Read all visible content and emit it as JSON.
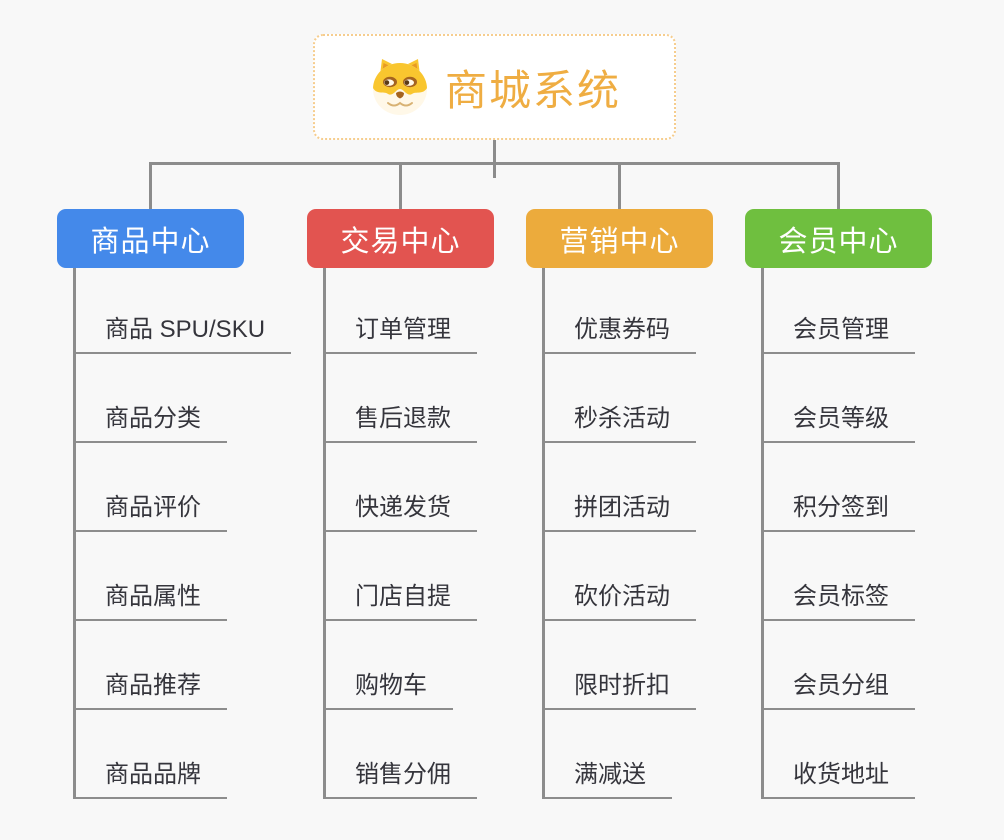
{
  "root": {
    "title": "商城系统",
    "icon": "shiba-dog-icon",
    "title_color": "#efad42",
    "border_color": "#f6cd8e"
  },
  "connector_color": "#8c8c8c",
  "branches": [
    {
      "id": "product-center",
      "label": "商品中心",
      "color": "#4489ea",
      "children": [
        "商品 SPU/SKU",
        "商品分类",
        "商品评价",
        "商品属性",
        "商品推荐",
        "商品品牌"
      ]
    },
    {
      "id": "trade-center",
      "label": "交易中心",
      "color": "#e25450",
      "children": [
        "订单管理",
        "售后退款",
        "快递发货",
        "门店自提",
        "购物车",
        "销售分佣"
      ]
    },
    {
      "id": "marketing-center",
      "label": "营销中心",
      "color": "#ecab3c",
      "children": [
        "优惠券码",
        "秒杀活动",
        "拼团活动",
        "砍价活动",
        "限时折扣",
        "满减送"
      ]
    },
    {
      "id": "member-center",
      "label": "会员中心",
      "color": "#6fbf3f",
      "children": [
        "会员管理",
        "会员等级",
        "积分签到",
        "会员标签",
        "会员分组",
        "收货地址"
      ]
    }
  ]
}
